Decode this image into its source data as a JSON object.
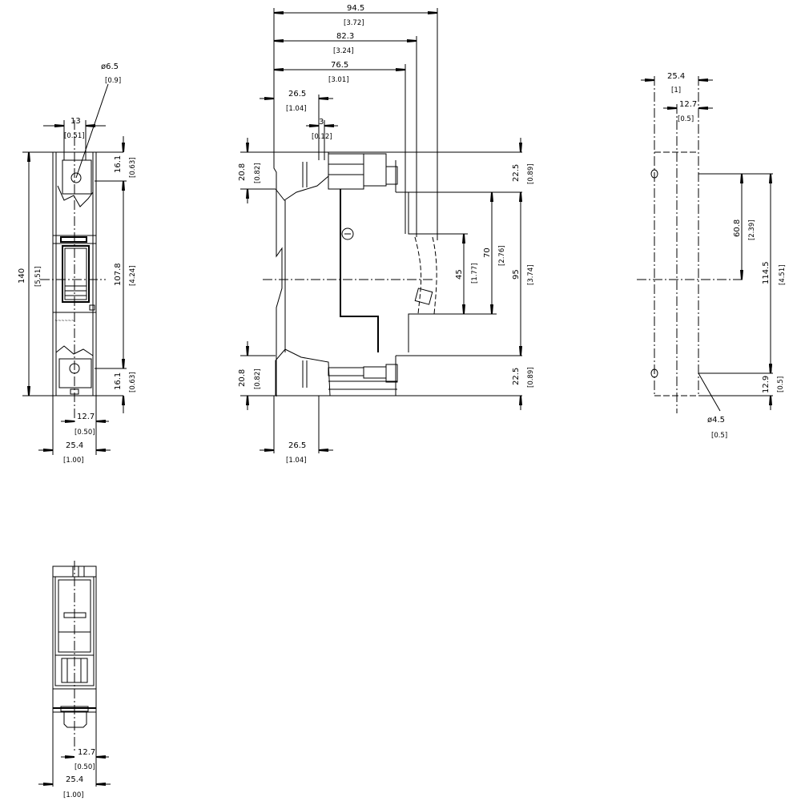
{
  "drawing": {
    "subject": "Miniature circuit breaker dimension drawing",
    "color_line": "#000000",
    "color_background": "#ffffff"
  },
  "front_view": {
    "hole_dia": "ø6.5",
    "hole_dia_in": "[0.9]",
    "width_top": "13",
    "width_top_in": "[0.51]",
    "height_total": "140",
    "height_total_in": "[5.51]",
    "top_term": "16.1",
    "top_term_in": "[0.63]",
    "terminal_span": "107.8",
    "terminal_span_in": "[4.24]",
    "bottom_term": "16.1",
    "bottom_term_in": "[0.63]",
    "half_width": "12.7",
    "half_width_in": "[0.50]",
    "width": "25.4",
    "width_in": "[1.00]"
  },
  "side_view": {
    "depth_total": "94.5",
    "depth_total_in": "[3.72]",
    "depth_2": "82.3",
    "depth_2_in": "[3.24]",
    "depth_3": "76.5",
    "depth_3_in": "[3.01]",
    "term_depth_top": "26.5",
    "term_depth_top_in": "[1.04]",
    "small": "3",
    "small_in": "[0.12]",
    "top_h": "20.8",
    "top_h_in": "[0.82]",
    "bottom_h": "20.8",
    "bottom_h_in": "[0.82]",
    "term_depth_bottom": "26.5",
    "term_depth_bottom_in": "[1.04]",
    "right_top": "22.5",
    "right_top_in": "[0.89]",
    "handle": "45",
    "handle_in": "[1.77]",
    "front_h": "70",
    "front_h_in": "[2.76]",
    "body_h": "95",
    "body_h_in": "[3.74]",
    "right_bottom": "22.5",
    "right_bottom_in": "[0.89]"
  },
  "drill_view": {
    "width": "25.4",
    "width_in": "[1]",
    "half": "12.7",
    "half_in": "[0.5]",
    "hole_spacing_half": "60.8",
    "hole_spacing_half_in": "[2.39]",
    "hole_spacing": "114.5",
    "hole_spacing_in": "[4.51]",
    "bottom_off": "12.9",
    "bottom_off_in": "[0.5]",
    "hole_dia": "ø4.5",
    "hole_dia_in": "[0.5]"
  },
  "bottom_view": {
    "half_width": "12.7",
    "half_width_in": "[0.50]",
    "width": "25.4",
    "width_in": "[1.00]"
  }
}
